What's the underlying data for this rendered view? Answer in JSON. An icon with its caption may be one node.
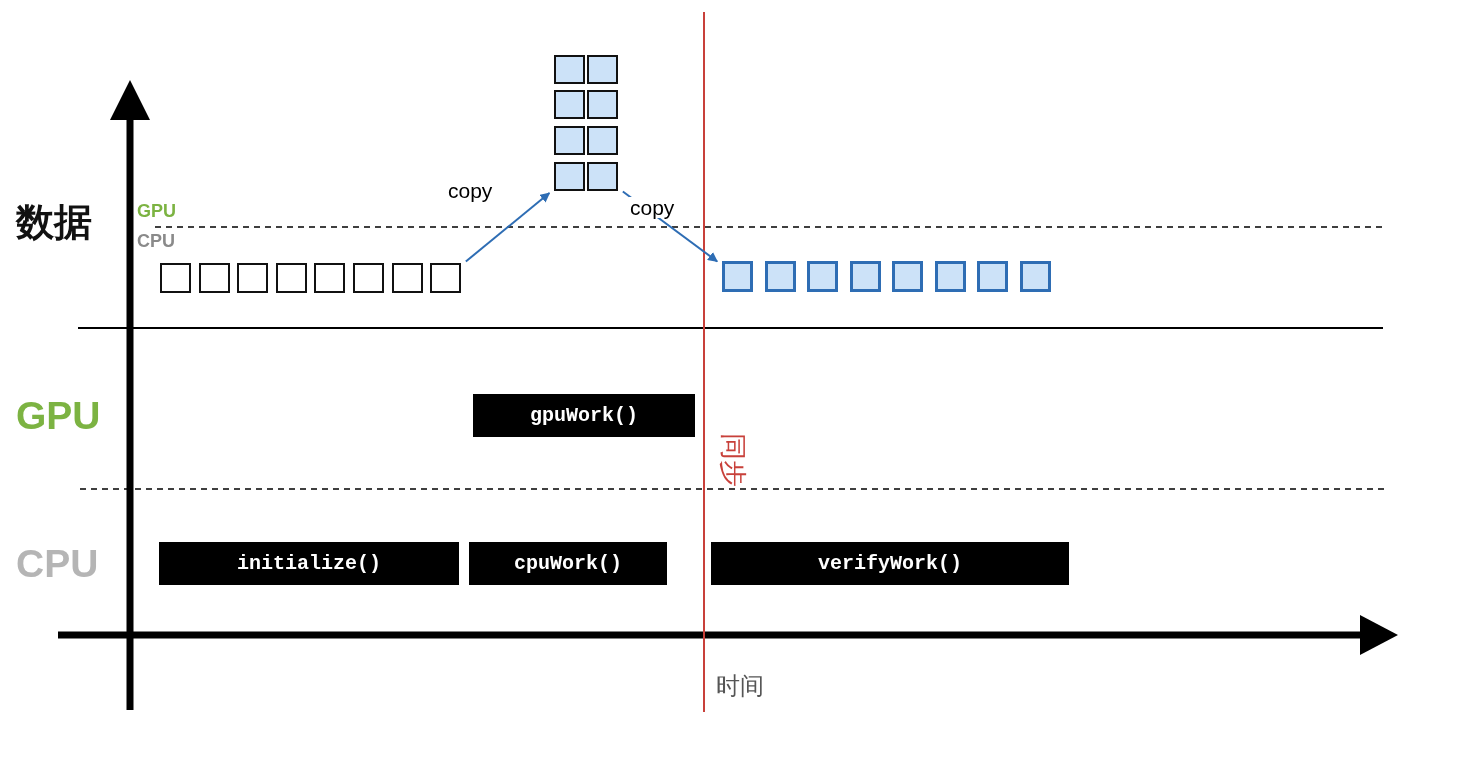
{
  "diagram": {
    "nodes": [
      {
        "text": [],
        "shape": "box"
      },
      {
        "text": [],
        "shape": "box"
      },
      {
        "text": [],
        "shape": "box"
      },
      {
        "text": [],
        "shape": "box"
      },
      {
        "text": [],
        "shape": "box"
      },
      {
        "text": [],
        "shape": "box"
      },
      {
        "text": [],
        "shape": "box"
      },
      {
        "text": [],
        "shape": "box"
      },
      {
        "text": [],
        "shape": "box"
      },
      {
        "text": [],
        "shape": "box"
      },
      {
        "text": [],
        "shape": "box"
      },
      {
        "text": [],
        "shape": "box"
      },
      {
        "text": [],
        "shape": "box"
      },
      {
        "text": [],
        "shape": "box"
      },
      {
        "text": [],
        "shape": "box"
      },
      {
        "text": [],
        "shape": "box"
      },
      {
        "text": [],
        "shape": "box"
      },
      {
        "text": [],
        "shape": "box"
      },
      {
        "text": [],
        "shape": "box"
      },
      {
        "text": [],
        "shape": "box"
      },
      {
        "text": [],
        "shape": "box"
      },
      {
        "text": [],
        "shape": "box"
      },
      {
        "text": [],
        "shape": "box"
      },
      {
        "text": [],
        "shape": "box"
      },
      {
        "text": [
          "gpuWork()"
        ]
      },
      {
        "text": [
          "initialize()"
        ]
      },
      {
        "text": [
          "cpuWork()"
        ]
      },
      {
        "text": [
          "verifyWork()"
        ]
      }
    ],
    "edges": [
      {
        "from": 15,
        "to": 6,
        "arrow": "to",
        "label": "copy"
      },
      {
        "from": 7,
        "to": 16,
        "arrow": "to",
        "label": "copy"
      }
    ],
    "labels": [
      "数据",
      "GPU",
      "CPU",
      "GPU",
      "同步",
      "CPU",
      "时间"
    ]
  }
}
